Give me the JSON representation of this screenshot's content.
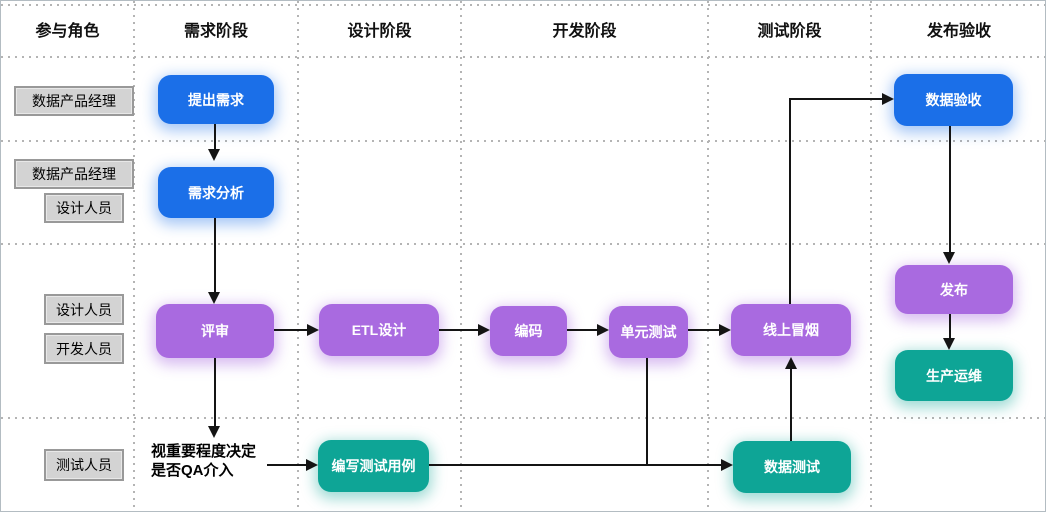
{
  "diagram": {
    "columns": [
      "参与角色",
      "需求阶段",
      "设计阶段",
      "开发阶段",
      "测试阶段",
      "发布验收"
    ],
    "roles": {
      "row1": [
        "数据产品经理"
      ],
      "row2": [
        "数据产品经理",
        "设计人员"
      ],
      "row3": [
        "设计人员",
        "开发人员"
      ],
      "row4": [
        "测试人员"
      ]
    },
    "nodes": {
      "propose": {
        "label": "提出需求",
        "color": "#1B6FE8"
      },
      "analysis": {
        "label": "需求分析",
        "color": "#1B6FE8"
      },
      "review": {
        "label": "评审",
        "color": "#A96AE0"
      },
      "etl": {
        "label": "ETL设计",
        "color": "#A96AE0"
      },
      "coding": {
        "label": "编码",
        "color": "#A96AE0"
      },
      "unit_test": {
        "label": "单元测试",
        "color": "#A96AE0"
      },
      "smoke": {
        "label": "线上冒烟",
        "color": "#A96AE0"
      },
      "acceptance": {
        "label": "数据验收",
        "color": "#1B6FE8"
      },
      "release": {
        "label": "发布",
        "color": "#A96AE0"
      },
      "ops": {
        "label": "生产运维",
        "color": "#0EA596"
      },
      "write_cases": {
        "label": "编写测试用例",
        "color": "#0EA596"
      },
      "data_test": {
        "label": "数据测试",
        "color": "#0EA596"
      }
    },
    "annotation": {
      "line1": "视重要程度决定",
      "line2": "是否QA介入"
    },
    "colors": {
      "node_blue": "#1B6FE8",
      "node_purple": "#A96AE0",
      "node_teal": "#0EA596",
      "role_fill": "#D3D3D3",
      "role_border": "#999999",
      "grid_dots": "#B4B4B4",
      "arrow": "#141414"
    }
  }
}
